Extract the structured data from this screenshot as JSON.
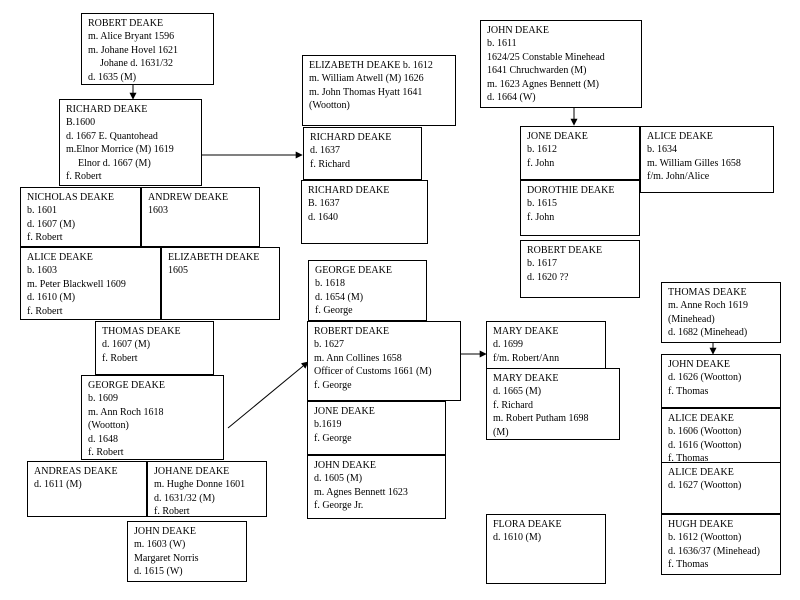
{
  "persons": {
    "robert_1596": [
      "ROBERT DEAKE",
      "m. Alice Bryant 1596",
      "m. Johane Hovel 1621",
      "Johane d. 1631/32",
      "d. 1635 (M)"
    ],
    "richard_1600": [
      "RICHARD DEAKE",
      "B.1600",
      "d. 1667 E. Quantohead",
      "m.Elnor Morrice (M) 1619",
      "Elnor d. 1667 (M)",
      "f. Robert"
    ],
    "nicholas": [
      "NICHOLAS DEAKE",
      "b. 1601",
      "d. 1607 (M)",
      "f. Robert"
    ],
    "andrew": [
      "ANDREW DEAKE",
      "1603"
    ],
    "alice_1603": [
      "ALICE DEAKE",
      "b. 1603",
      "m. Peter Blackwell 1609",
      "d. 1610 (M)",
      "f. Robert"
    ],
    "elizabeth_1605": [
      "ELIZABETH DEAKE",
      "1605"
    ],
    "thomas_1607": [
      "THOMAS DEAKE",
      "d. 1607 (M)",
      "f. Robert"
    ],
    "george_1609": [
      "GEORGE DEAKE",
      "b. 1609",
      "m. Ann Roch 1618",
      "(Wootton)",
      "d. 1648",
      "f. Robert"
    ],
    "andreas": [
      "ANDREAS DEAKE",
      "d. 1611 (M)"
    ],
    "johane": [
      "JOHANE DEAKE",
      "m. Hughe Donne 1601",
      "d. 1631/32 (M)",
      "f. Robert"
    ],
    "john_1603": [
      "JOHN DEAKE",
      "m. 1603 (W)",
      "Margaret Norris",
      "d. 1615 (W)"
    ],
    "elizabeth_1612": [
      "ELIZABETH DEAKE b. 1612",
      "m. William Atwell (M) 1626",
      "m. John Thomas Hyatt 1641",
      "(Wootton)"
    ],
    "richard_1637a": [
      "RICHARD DEAKE",
      "d. 1637",
      "f. Richard"
    ],
    "richard_1637b": [
      "RICHARD DEAKE",
      "B. 1637",
      "d. 1640"
    ],
    "george_1618": [
      "GEORGE DEAKE",
      " b. 1618",
      "d. 1654 (M)",
      "f. George"
    ],
    "robert_1627": [
      "ROBERT DEAKE",
      "b. 1627",
      "m. Ann Collines 1658",
      "Officer of Customs 1661 (M)",
      "f. George"
    ],
    "jone_1619": [
      "JONE DEAKE",
      "b.1619",
      "f. George"
    ],
    "john_1605": [
      "JOHN DEAKE",
      "d. 1605 (M)",
      "m. Agnes Bennett 1623",
      "f. George Jr."
    ],
    "mary_1699": [
      "MARY DEAKE",
      "d. 1699",
      "f/m. Robert/Ann"
    ],
    "mary_1665": [
      "MARY DEAKE",
      "d. 1665 (M)",
      "f. Richard",
      "m. Robert Putham 1698",
      "(M)"
    ],
    "flora": [
      "FLORA DEAKE",
      "d. 1610 (M)"
    ],
    "john_1611": [
      "JOHN DEAKE",
      "b. 1611",
      "1624/25 Constable Minehead",
      "1641 Chruchwarden (M)",
      "m. 1623 Agnes Bennett (M)",
      "d. 1664 (W)"
    ],
    "jone_1612": [
      "JONE DEAKE",
      "b. 1612",
      "f. John"
    ],
    "alice_1634": [
      "ALICE DEAKE",
      "b. 1634",
      "m. William Gilles 1658",
      "f/m. John/Alice"
    ],
    "dorothie": [
      "DOROTHIE DEAKE",
      "b. 1615",
      "f. John"
    ],
    "robert_1617": [
      "ROBERT DEAKE",
      "b. 1617",
      "d. 1620 ??"
    ],
    "thomas_roch": [
      "THOMAS DEAKE",
      "m. Anne Roch 1619",
      "(Minehead)",
      "d. 1682 (Minehead)"
    ],
    "john_1626": [
      "JOHN DEAKE",
      "d. 1626 (Wootton)",
      "f. Thomas"
    ],
    "alice_1606": [
      "ALICE DEAKE",
      "b. 1606 (Wootton)",
      "d. 1616 (Wootton)",
      "f. Thomas"
    ],
    "alice_1627": [
      "ALICE DEAKE",
      "d. 1627 (Wootton)"
    ],
    "hugh": [
      "HUGH DEAKE",
      "b. 1612 (Wootton)",
      "d. 1636/37 (Minehead)",
      "f. Thomas"
    ]
  }
}
